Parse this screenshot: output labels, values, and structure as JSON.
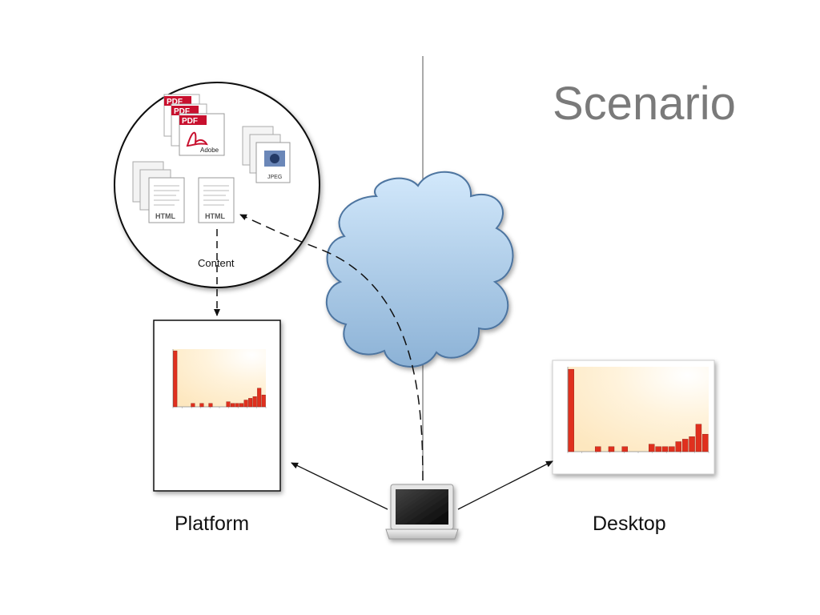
{
  "slide": {
    "title": "Scenario",
    "labels": {
      "content": "Content",
      "platform": "Platform",
      "desktop": "Desktop"
    }
  },
  "content_files": {
    "pdf_label": "PDF",
    "adobe_label": "Adobe",
    "jpeg_label": "JPEG",
    "html_label": "HTML"
  },
  "colors": {
    "cloud_top": "#cfe6fb",
    "cloud_bottom": "#86aed4",
    "pdf_red": "#c8102e",
    "bar_red": "#e0301e",
    "title_gray": "#7a7a7a"
  },
  "chart_data": {
    "type": "bar",
    "x": [
      0,
      0.05,
      0.1,
      0.15,
      0.2,
      0.25,
      0.3,
      0.35,
      0.4,
      0.45,
      0.5,
      0.55,
      0.6,
      0.65,
      0.7,
      0.75,
      0.8,
      0.85,
      0.9,
      0.95,
      1.0
    ],
    "values": [
      0.0066,
      0,
      0,
      0,
      0.0004,
      0,
      0.0004,
      0,
      0.0004,
      0,
      0,
      0,
      0.0006,
      0.0004,
      0.0004,
      0.0004,
      0.0008,
      0.001,
      0.0012,
      0.0022,
      0.0014
    ],
    "ylim": [
      0,
      0.0068
    ]
  }
}
